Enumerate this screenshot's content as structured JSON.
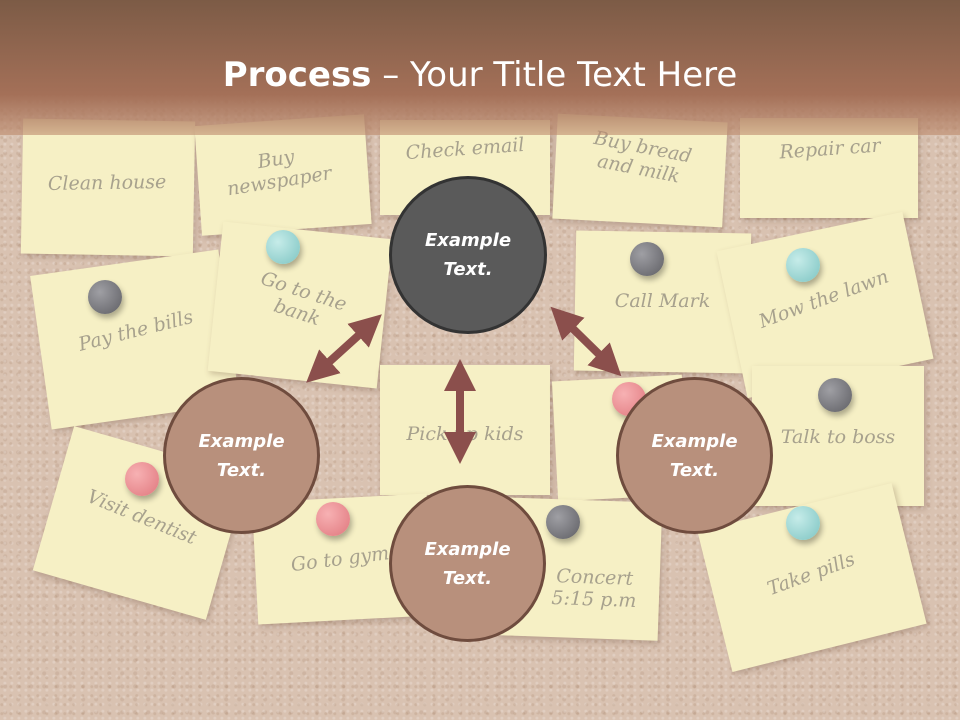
{
  "title": {
    "bold": "Process",
    "rest": " – Your Title Text Here"
  },
  "notes": [
    "Clean house",
    "Buy newspaper",
    "Check email",
    "Buy bread and milk",
    "Repair car",
    "Pay the bills",
    "Go to the bank",
    "Call Mark",
    "Mow the lawn",
    "Pick up kids",
    "Talk to boss",
    "Visit dentist",
    "Go to gym",
    "Take pills"
  ],
  "process": {
    "top": "Example\nText.",
    "left": "Example\nText.",
    "right": "Example\nText.",
    "bottom": "Example\nText."
  },
  "colors": {
    "title_bar": "#a47058",
    "arrow": "#8b4f4c",
    "circle_dark": "#5a5a5a",
    "circle_tan": "#b8907c"
  }
}
